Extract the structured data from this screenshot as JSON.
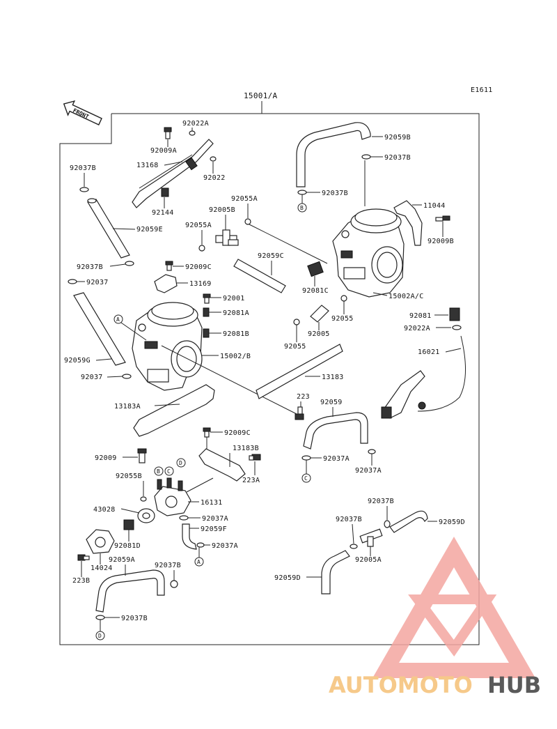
{
  "diagram": {
    "code": "E1611",
    "assembly_label": "15001/A",
    "front_label": "FRONT",
    "callouts": {
      "c92022a": "92022A",
      "c92009a": "92009A",
      "c92022b": "92022",
      "c13168": "13168",
      "c92144": "92144",
      "c92037b_1": "92037B",
      "c92059e": "92059E",
      "c92037b_2": "92037B",
      "c92037_1": "92037",
      "c92009c_1": "92009C",
      "c13169": "13169",
      "c92055a_1": "92055A",
      "c92005b": "92005B",
      "c92055a_2": "92055A",
      "c92059c": "92059C",
      "c92059b": "92059B",
      "c92037b_3": "92037B",
      "c92037b_4": "92037B",
      "c11044": "11044",
      "c92009b": "92009B",
      "c92001": "92001",
      "c92081a": "92081A",
      "c92081b": "92081B",
      "c15002b": "15002/B",
      "c92081c": "92081C",
      "c15002ac": "15002A/C",
      "c92055_1": "92055",
      "c92005": "92005",
      "c92055_2": "92055",
      "c92081": "92081",
      "c16021": "16021",
      "c92059g": "92059G",
      "c92037_2": "92037",
      "c13183": "13183",
      "c13183a": "13183A",
      "c223": "223",
      "c92059": "92059",
      "c92009c_2": "92009C",
      "c13183b": "13183B",
      "c223a": "223A",
      "c92009": "92009",
      "c92037a_1": "92037A",
      "c92037a_2": "92037A",
      "c92055b": "92055B",
      "c43028": "43028",
      "c16131": "16131",
      "c92037a_3": "92037A",
      "c92059f": "92059F",
      "c92037a_4": "92037A",
      "c92081d": "92081D",
      "c92059a": "92059A",
      "c14024": "14024",
      "c223b": "223B",
      "c92037b_5": "92037B",
      "c92037b_6": "92037B",
      "c92037b_7": "92037B",
      "c92037b_8": "92037B",
      "c92059d_1": "92059D",
      "c92059d_2": "92059D",
      "c92005a": "92005A"
    },
    "ref_markers": {
      "m_a1": "A",
      "m_b1": "B",
      "m_b2": "B",
      "m_c1": "C",
      "m_d1": "D",
      "m_c2": "C",
      "m_a2": "A",
      "m_d2": "D"
    }
  },
  "watermark": {
    "brand_part1": "AUTOMOTO",
    "brand_part2": "HUB",
    "color_primary": "#f4a6a0",
    "color_secondary": "#f6c98a",
    "color_dark": "#5a5a5a"
  }
}
